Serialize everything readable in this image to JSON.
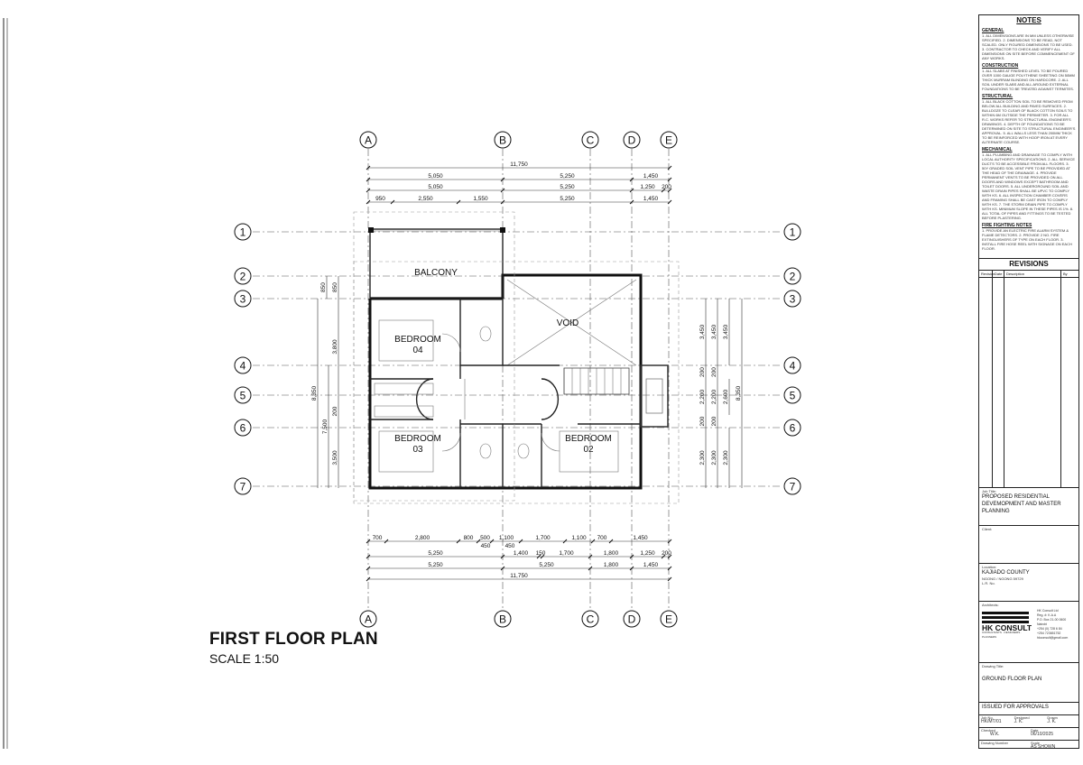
{
  "drawing": {
    "title": "FIRST FLOOR PLAN",
    "scale": "SCALE 1:50",
    "grid_columns": [
      "A",
      "B",
      "C",
      "D",
      "E"
    ],
    "grid_rows": [
      "1",
      "2",
      "3",
      "4",
      "5",
      "6",
      "7"
    ],
    "rooms": {
      "balcony": "BALCONY",
      "void": "VOID",
      "bedroom04": [
        "BEDROOM",
        "04"
      ],
      "bedroom03": [
        "BEDROOM",
        "03"
      ],
      "bedroom02": [
        "BEDROOM",
        "02"
      ]
    },
    "dims_top": {
      "overall": "11,750",
      "row1": [
        "5,050",
        "5,250",
        "1,450"
      ],
      "row2": [
        "5,050",
        "5,250",
        "1,250",
        "200"
      ],
      "row3": [
        "950",
        "2,550",
        "1,550",
        "5,250",
        "1,450"
      ]
    },
    "dims_bottom": {
      "row1": [
        "700",
        "2,800",
        "800",
        "500",
        "1,100",
        "1,700",
        "1,100",
        "700",
        "1,450"
      ],
      "row1b": [
        "450",
        "450"
      ],
      "row2": [
        "5,250",
        "1,400",
        "150",
        "1,700",
        "1,800",
        "1,250",
        "200"
      ],
      "row3": [
        "5,250",
        "5,250",
        "1,800",
        "1,450"
      ],
      "overall": "11,750"
    },
    "dims_left": [
      "850",
      "850",
      "3,800",
      "8,350",
      "7,500",
      "200",
      "3,500"
    ],
    "dims_right": [
      "3,450",
      "3,450",
      "3,450",
      "200",
      "200",
      "2,200",
      "2,200",
      "2,600",
      "200",
      "200",
      "2,300",
      "2,300",
      "2,300",
      "8,350"
    ]
  },
  "title_block": {
    "notes_header": "NOTES",
    "general_header": "GENERAL",
    "general_text": "1. ALL DIMENSIONS ARE IN MM UNLESS OTHERWISE SPECIFIED. 2. DIMENSIONS TO BE READ, NOT SCALED. ONLY FIGURED DIMENSIONS TO BE USED. 3. CONTRACTOR TO CHECK AND VERIFY ALL DIMENSIONS ON SITE BEFORE COMMENCEMENT OF ANY WORKS.",
    "construction_header": "CONSTRUCTION",
    "construction_text": "1. ALL SLABS AT FINISHED LEVEL TO BE POURED OVER 1000 GAUGE POLYTHENE SHEETING ON 50MM THICK MURRAM BLINDING ON HARDCORE. 2. ALL SOIL UNDER SLABS AND ALL AROUND EXTERNAL FOUNDATIONS TO BE TREATED AGAINST TERMITES.",
    "structural_header": "STRUCTURAL",
    "structural_text": "1. ALL BLACK COTTON SOIL TO BE REMOVED FROM BELOW ALL BUILDING AND PAVED SURFACES. 2. BULLDOZE TO CLEAR OF BLACK COTTON SOILS TO WITHIN 6M OUTSIDE THE PERIMETER. 3. FOR ALL R.C. WORKS REFER TO STRUCTURAL ENGINEER'S DRAWINGS. 4. DEPTH OF FOUNDATIONS TO BE DETERMINED ON SITE TO STRUCTURAL ENGINEER'S APPROVAL. 5. ALL WALLS LESS THAN 200MM THICK TO BE REINFORCED WITH HOOP IRON AT EVERY ALTERNATE COURSE.",
    "mechanical_header": "MECHANICAL",
    "mechanical_text": "1. ALL PLUMBING AND DRAINAGE TO COMPLY WITH LOCAL AUTHORITY SPECIFICATIONS. 2. ALL SERVICE DUCTS TO BE ACCESSIBLE FROM ALL FLOORS. 3. 50Y GRADED SOIL VENT PIPE TO BE PROVIDED AT THE HEAD OF THE DRAINAGE. 4. PROVIDE PERMANENT VENTS TO BE PROVIDED ON ALL DOORS AND WINDOWS EXCEPT BATHROOM AND TOILET DOORS. 5. ALL UNDERGROUND SOIL AND WASTE DRAIN PIPES SHALL BE UPVC TO COMPLY WITH KS. 6. ALL INSPECTION CHAMBER COVERS AND FRAMING SHALL BE CAST IRON TO COMPLY WITH KS. 7. THE STORM DRAIN PIPE TO COMPLY WITH KS. MINIMUM SLOPE IN THESE PIPES IS 1%. 8. ALL TOTAL OF PIPES AND FITTINGS TO BE TESTED BEFORE PLASTERING.",
    "fire_header": "FIRE FIGHTING NOTES",
    "fire_text": "1. PROVIDE AN ELECTRIC FIRE ALARM SYSTEM & FLAME DETECTORS. 2. PROVIDE 2 NO. FIRE EXTINGUISHERS OF TYPE ON EACH FLOOR. 3. INSTALL FIRE HOSE REEL WITH SIGNAGE ON EACH FLOOR.",
    "revisions_header": "REVISIONS",
    "rev_cols": [
      "Revision",
      "Date",
      "Description",
      "By"
    ],
    "job_title_label": "Job Title:",
    "job_title": "PROPOSED RESIDENTIAL DEVEMOPMENT AND MASTER PLANNING",
    "client_label": "Client:",
    "location_label": "Location:",
    "location_1": "KAJIADO COUNTY",
    "location_2": "NGONG / NGONG 59729",
    "lr_label": "L.R. No.",
    "architects_label": "Architects:",
    "firm_name": "HK CONSULT",
    "firm_subtitle": "CONSULTANTS · DESIGNERS · PLANNERS",
    "firm_address": [
      "HK Consult Ltd",
      "Reg. #: K.A.A",
      "P.O. Box 21-00 0600",
      "Nairobi",
      "+254 (0) 728 6 84",
      "+254 723651752",
      "hkconsult@gmail.com"
    ],
    "drawing_title_label": "Drawing Title:",
    "drawing_title": "GROUND FLOOR PLAN",
    "issued": "ISSUED FOR APPROVALS",
    "job_no_label": "Job No.",
    "job_no": "HK/MT/01",
    "designed_label": "Designed",
    "designed": "J. K.",
    "drawn_label": "Drawn",
    "drawn": "J. K.",
    "checked_label": "Checked",
    "checked": "W.K.",
    "date_label": "Date",
    "date": "06/10/2025",
    "drawing_no_label": "Drawing Number",
    "scale_label": "Scale",
    "scale": "AS SHOWN"
  }
}
